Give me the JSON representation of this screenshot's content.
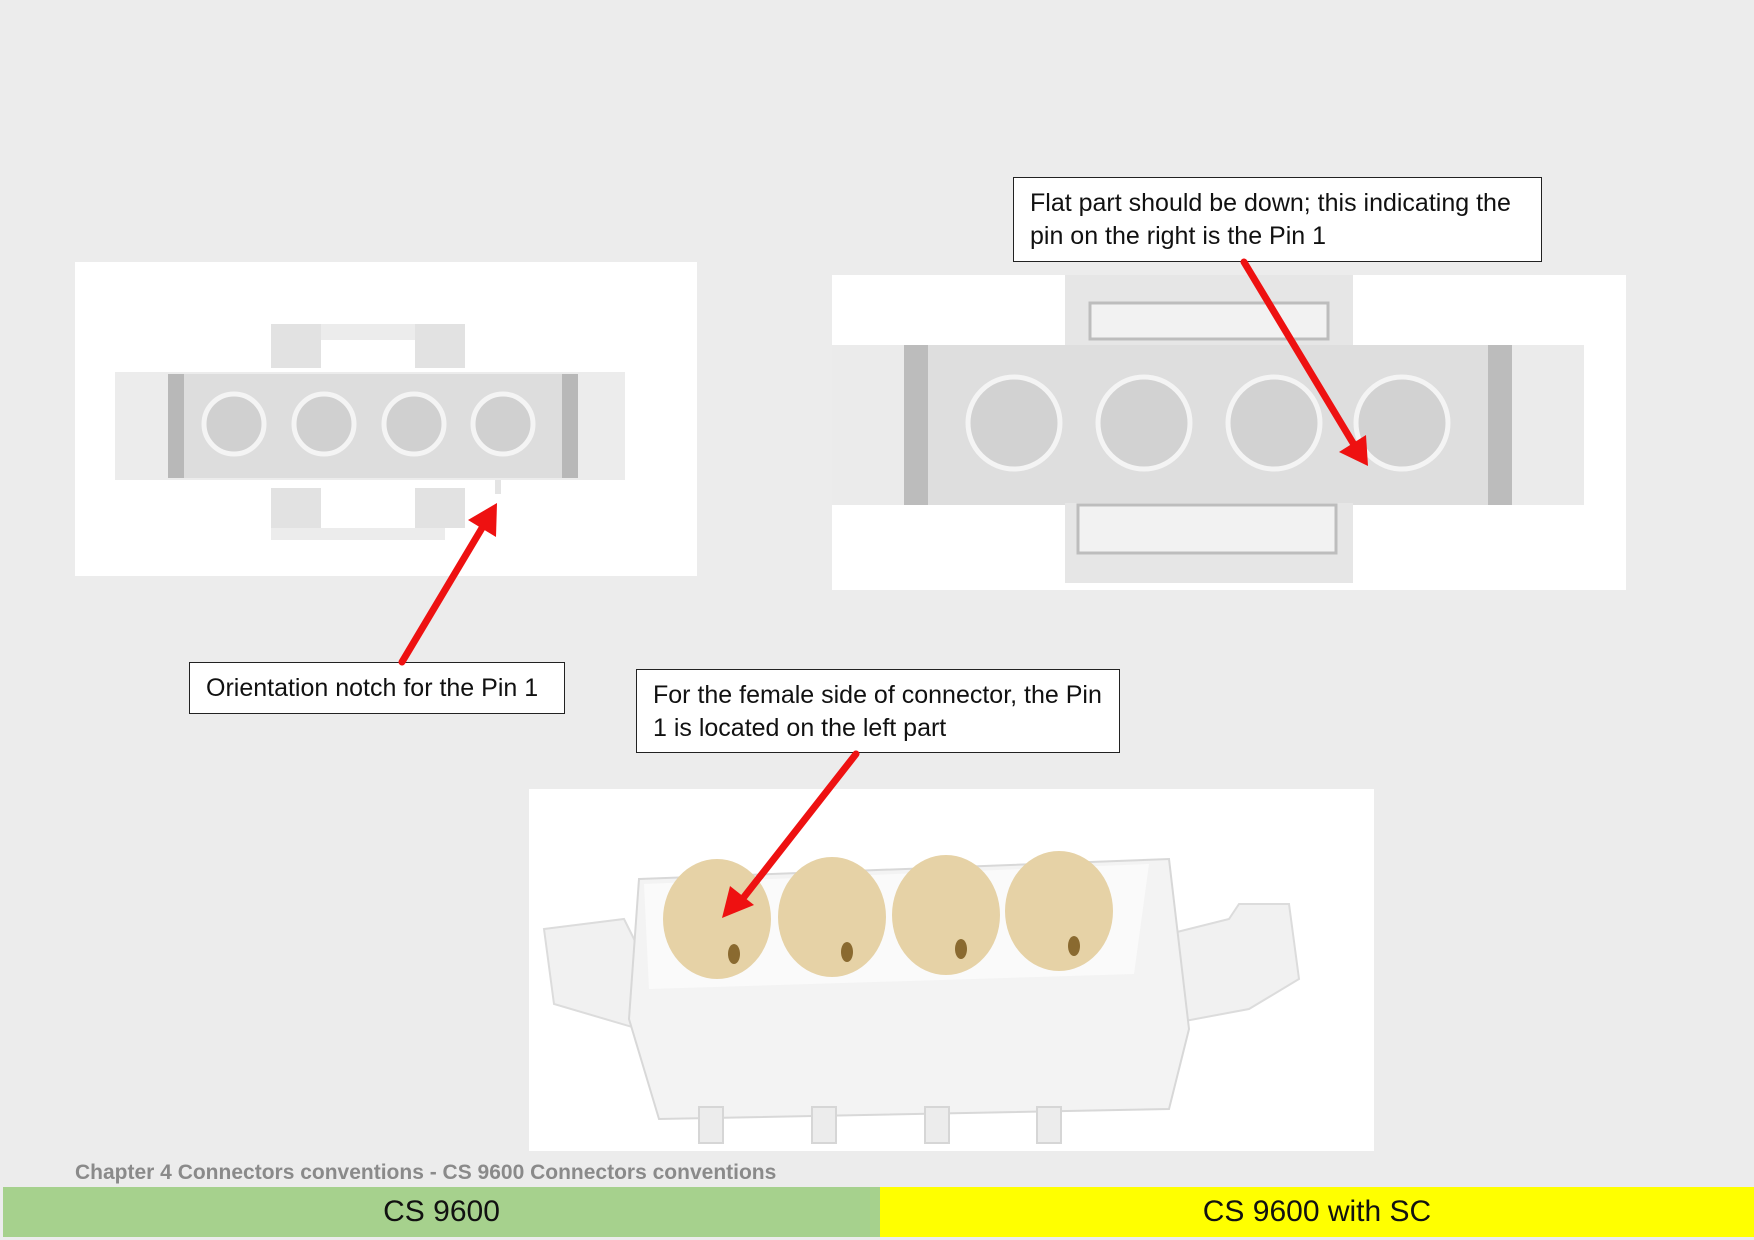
{
  "callouts": {
    "notch": "Orientation notch for the Pin 1",
    "flat_part": "Flat part should be down; this indicating the pin on the right is the Pin 1",
    "female_side": "For the female side of connector, the Pin 1 is located on the left part"
  },
  "footer": {
    "caption": "Chapter 4 Connectors conventions - CS 9600 Connectors conventions",
    "tab_left": "CS 9600",
    "tab_right": "CS 9600 with SC"
  },
  "colors": {
    "arrow": "#ee1111",
    "tab_left_bg": "#a6d18d",
    "tab_right_bg": "#ffff00"
  }
}
